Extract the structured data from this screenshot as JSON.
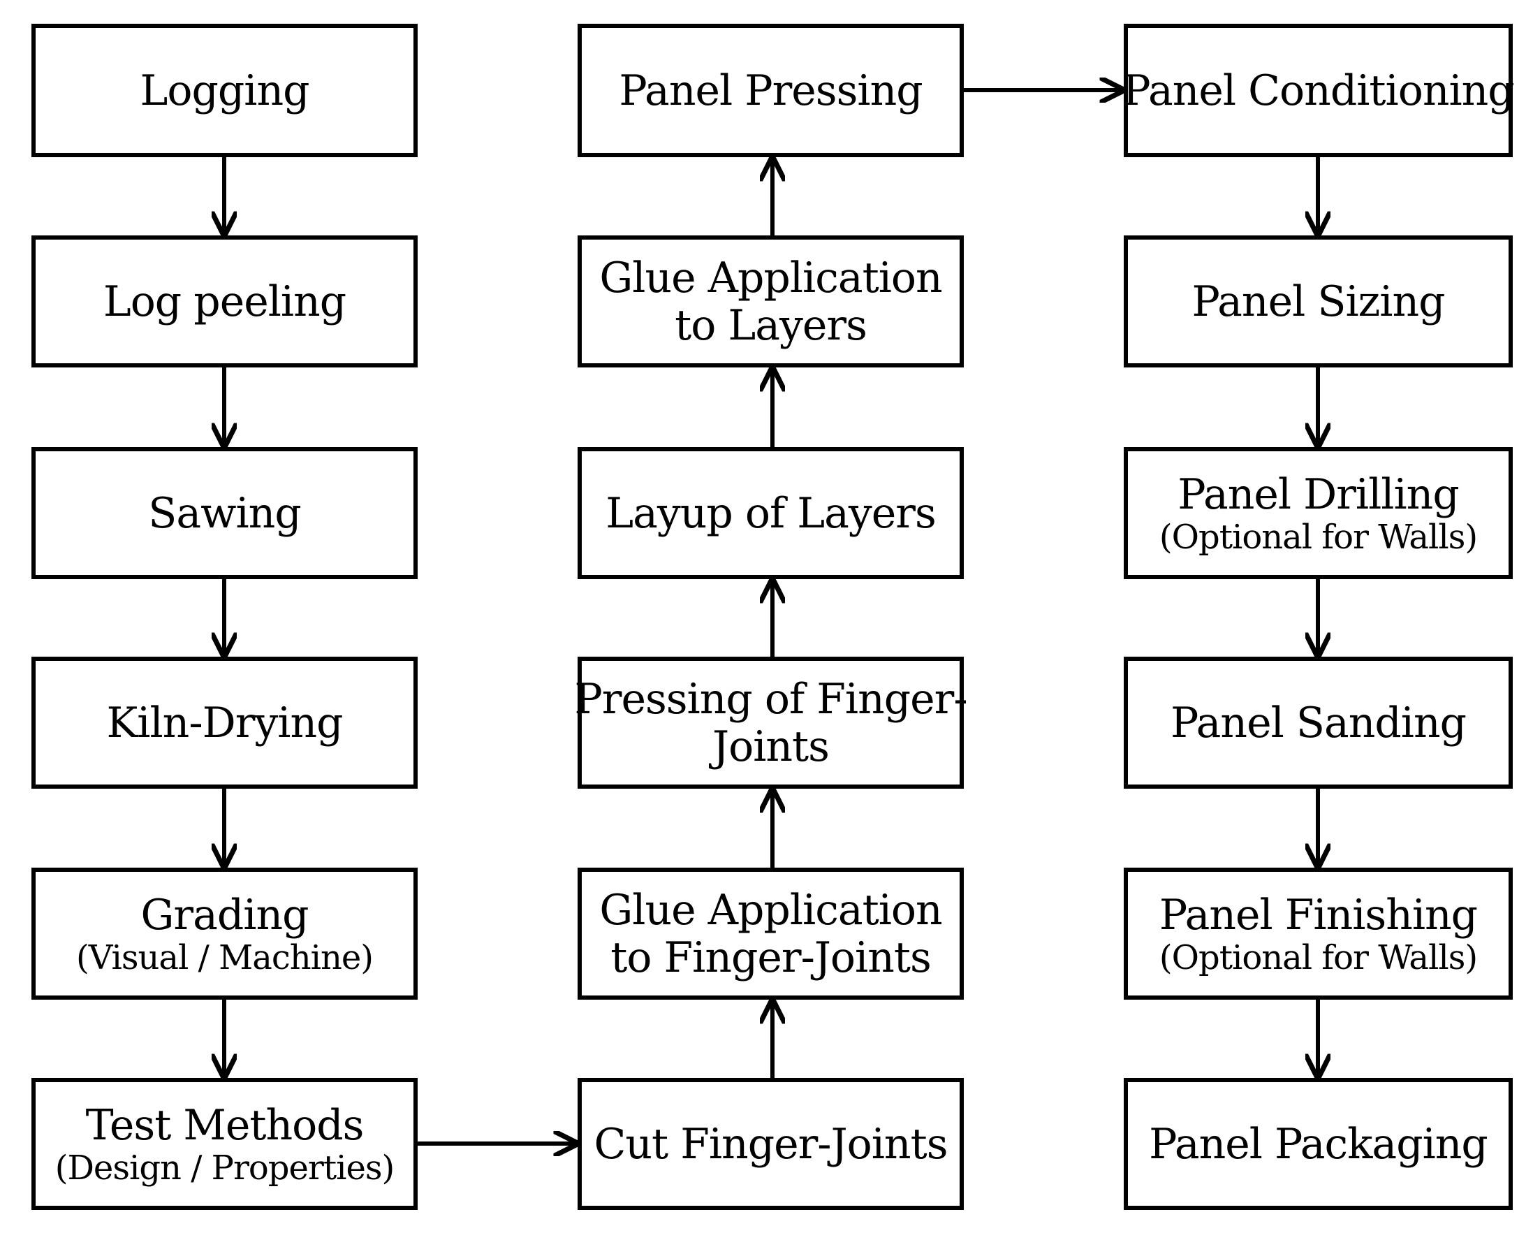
{
  "diagram": {
    "colors": {
      "stroke": "#000000",
      "background": "#ffffff"
    },
    "column_1": [
      {
        "id": "logging",
        "title": "Logging",
        "subtitle": ""
      },
      {
        "id": "log-peeling",
        "title": "Log peeling",
        "subtitle": ""
      },
      {
        "id": "sawing",
        "title": "Sawing",
        "subtitle": ""
      },
      {
        "id": "kiln-drying",
        "title": "Kiln-Drying",
        "subtitle": ""
      },
      {
        "id": "grading",
        "title": "Grading",
        "subtitle": "(Visual / Machine)"
      },
      {
        "id": "test-methods",
        "title": "Test Methods",
        "subtitle": "(Design / Properties)"
      }
    ],
    "column_2": [
      {
        "id": "panel-pressing",
        "title": "Panel Pressing",
        "subtitle": ""
      },
      {
        "id": "glue-layers",
        "title": "Glue Application",
        "title2": "to Layers"
      },
      {
        "id": "layup",
        "title": "Layup of Layers",
        "subtitle": ""
      },
      {
        "id": "pressing-finger-joints",
        "title": "Pressing of Finger-",
        "title2": "Joints"
      },
      {
        "id": "glue-finger-joints",
        "title": "Glue Application",
        "title2": "to Finger-Joints"
      },
      {
        "id": "cut-finger-joints",
        "title": "Cut Finger-Joints",
        "subtitle": ""
      }
    ],
    "column_3": [
      {
        "id": "panel-conditioning",
        "title": "Panel Conditioning",
        "subtitle": ""
      },
      {
        "id": "panel-sizing",
        "title": "Panel Sizing",
        "subtitle": ""
      },
      {
        "id": "panel-drilling",
        "title": "Panel Drilling",
        "subtitle": "(Optional for Walls)"
      },
      {
        "id": "panel-sanding",
        "title": "Panel Sanding",
        "subtitle": ""
      },
      {
        "id": "panel-finishing",
        "title": "Panel Finishing",
        "subtitle": "(Optional for Walls)"
      },
      {
        "id": "panel-packaging",
        "title": "Panel Packaging",
        "subtitle": ""
      }
    ]
  }
}
